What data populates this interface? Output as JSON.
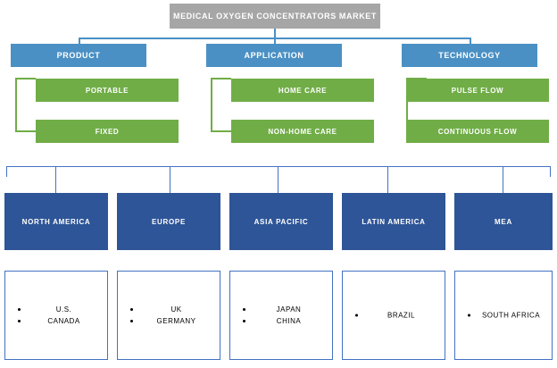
{
  "diagram": {
    "title": "MEDICAL OXYGEN CONCENTRATORS MARKET",
    "categories": [
      {
        "label": "PRODUCT"
      },
      {
        "label": "APPLICATION"
      },
      {
        "label": "TECHNOLOGY"
      }
    ],
    "segments": [
      {
        "label": "PORTABLE"
      },
      {
        "label": "FIXED"
      },
      {
        "label": "HOME CARE"
      },
      {
        "label": "NON-HOME CARE"
      },
      {
        "label": "PULSE FLOW"
      },
      {
        "label": "CONTINUOUS FLOW"
      }
    ],
    "regions": [
      {
        "label": "NORTH AMERICA",
        "countries": [
          "U.S.",
          "CANADA"
        ]
      },
      {
        "label": "EUROPE",
        "countries": [
          "UK",
          "GERMANY"
        ]
      },
      {
        "label": "ASIA PACIFIC",
        "countries": [
          "JAPAN",
          "CHINA"
        ]
      },
      {
        "label": "LATIN AMERICA",
        "countries": [
          "BRAZIL"
        ]
      },
      {
        "label": "MEA",
        "countries": [
          "SOUTH AFRICA"
        ]
      }
    ],
    "colors": {
      "root": "#a6a6a6",
      "category": "#4a90c4",
      "segment": "#70ad47",
      "region": "#2e5597",
      "list_border": "#4472c4"
    }
  }
}
